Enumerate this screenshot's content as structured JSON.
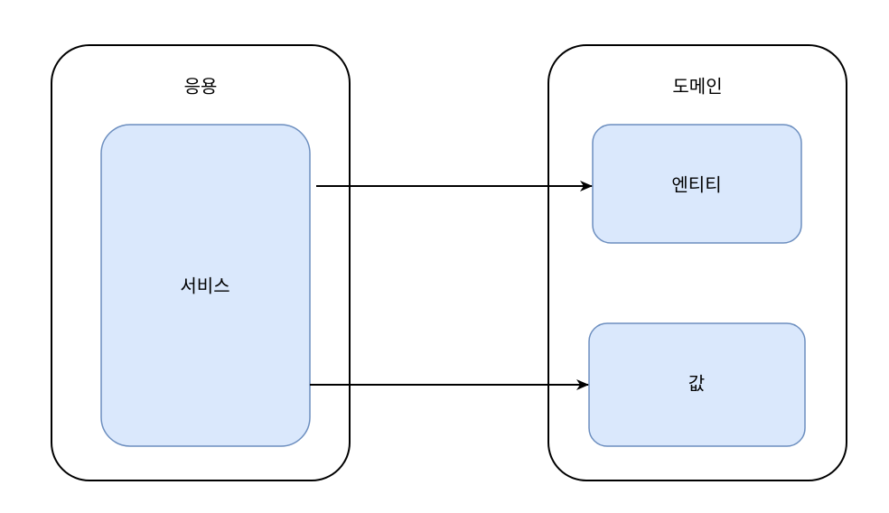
{
  "containers": {
    "application": {
      "label": "응용"
    },
    "domain": {
      "label": "도메인"
    }
  },
  "nodes": {
    "service": {
      "label": "서비스"
    },
    "entity": {
      "label": "엔티티"
    },
    "value": {
      "label": "값"
    }
  },
  "edges": [
    {
      "from": "service",
      "to": "entity"
    },
    {
      "from": "service",
      "to": "value"
    }
  ],
  "colors": {
    "node_fill": "#dae8fc",
    "node_stroke": "#6c8ebf",
    "container_stroke": "#000000",
    "edge": "#000000"
  }
}
